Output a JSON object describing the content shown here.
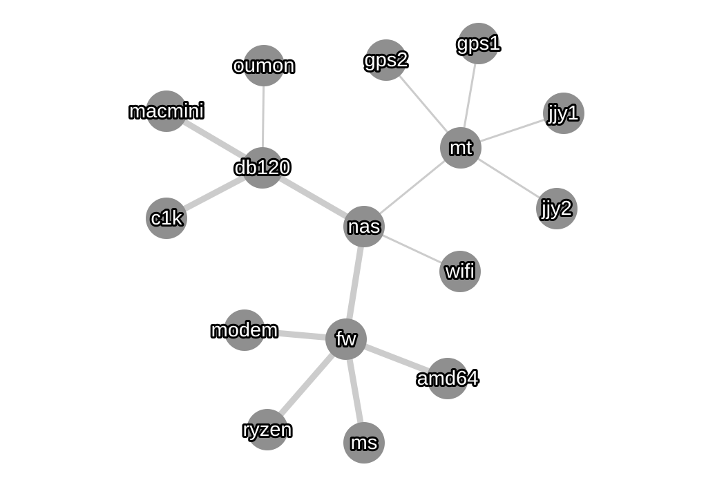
{
  "graph": {
    "nodes": [
      {
        "id": "nas",
        "label": "nas"
      },
      {
        "id": "db120",
        "label": "db120"
      },
      {
        "id": "mt",
        "label": "mt"
      },
      {
        "id": "fw",
        "label": "fw"
      },
      {
        "id": "wifi",
        "label": "wifi"
      },
      {
        "id": "oumon",
        "label": "oumon"
      },
      {
        "id": "macmini",
        "label": "macmini"
      },
      {
        "id": "c1k",
        "label": "c1k"
      },
      {
        "id": "gps2",
        "label": "gps2"
      },
      {
        "id": "gps1",
        "label": "gps1"
      },
      {
        "id": "jjy1",
        "label": "jjy1"
      },
      {
        "id": "jjy2",
        "label": "jjy2"
      },
      {
        "id": "modem",
        "label": "modem"
      },
      {
        "id": "amd64",
        "label": "amd64"
      },
      {
        "id": "ryzen",
        "label": "ryzen"
      },
      {
        "id": "ms",
        "label": "ms"
      }
    ],
    "edges": [
      {
        "source": "nas",
        "target": "db120",
        "weight": "heavy"
      },
      {
        "source": "nas",
        "target": "mt",
        "weight": "light"
      },
      {
        "source": "nas",
        "target": "wifi",
        "weight": "light"
      },
      {
        "source": "nas",
        "target": "fw",
        "weight": "heavy"
      },
      {
        "source": "db120",
        "target": "oumon",
        "weight": "light"
      },
      {
        "source": "db120",
        "target": "macmini",
        "weight": "heavy"
      },
      {
        "source": "db120",
        "target": "c1k",
        "weight": "heavy"
      },
      {
        "source": "mt",
        "target": "gps2",
        "weight": "light"
      },
      {
        "source": "mt",
        "target": "gps1",
        "weight": "light"
      },
      {
        "source": "mt",
        "target": "jjy1",
        "weight": "light"
      },
      {
        "source": "mt",
        "target": "jjy2",
        "weight": "light"
      },
      {
        "source": "fw",
        "target": "modem",
        "weight": "heavy"
      },
      {
        "source": "fw",
        "target": "amd64",
        "weight": "heavy"
      },
      {
        "source": "fw",
        "target": "ryzen",
        "weight": "heavy"
      },
      {
        "source": "fw",
        "target": "ms",
        "weight": "heavy"
      }
    ],
    "colors": {
      "node": "#8f8f8f",
      "edge": "#cccccc",
      "label_fill": "#ffffff",
      "label_outline": "#000000",
      "background": "#ffffff"
    }
  }
}
